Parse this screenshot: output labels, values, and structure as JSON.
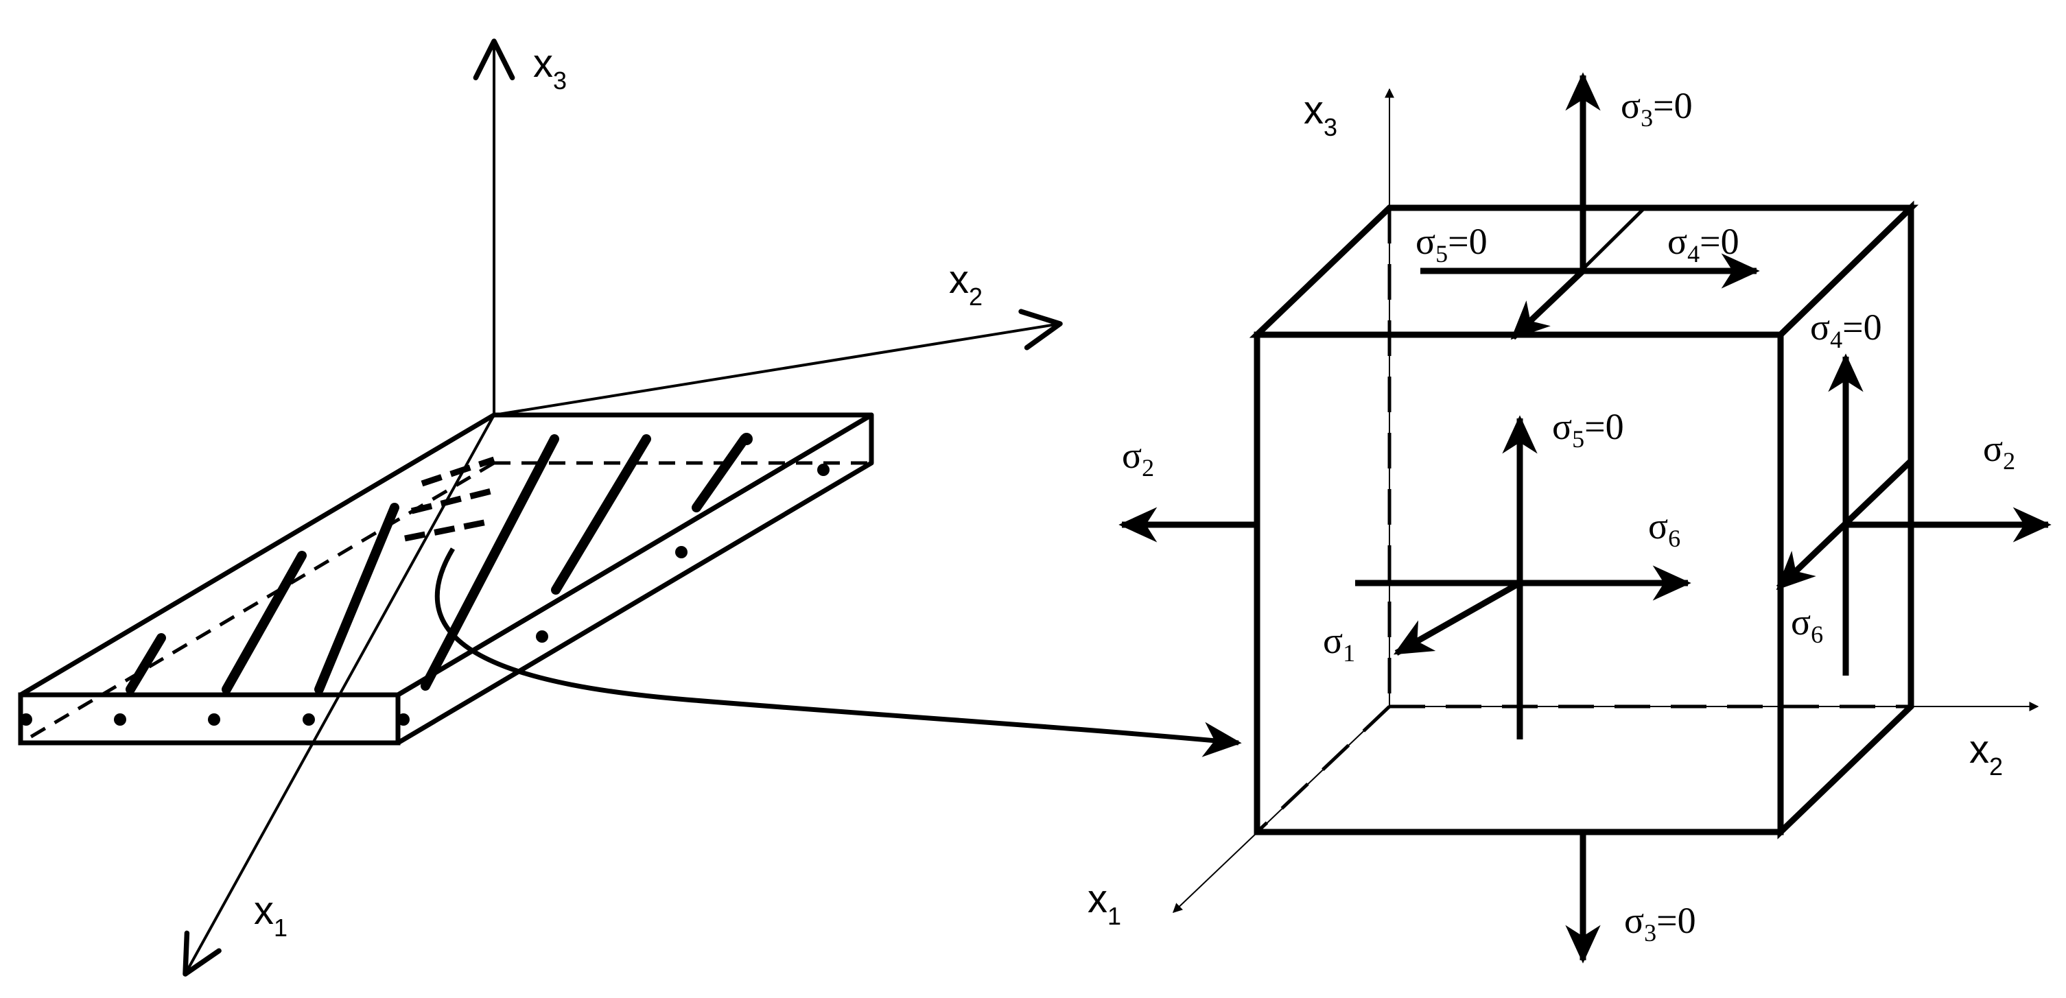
{
  "diagram": {
    "left_axes": {
      "x1": {
        "base": "x",
        "sub": "1"
      },
      "x2": {
        "base": "x",
        "sub": "2"
      },
      "x3": {
        "base": "x",
        "sub": "3"
      }
    },
    "right_axes": {
      "x1": {
        "base": "x",
        "sub": "1"
      },
      "x2": {
        "base": "x",
        "sub": "2"
      },
      "x3": {
        "base": "x",
        "sub": "3"
      }
    },
    "stress_labels": {
      "s3_top": {
        "base": "σ",
        "sub": "3",
        "tail": "=0"
      },
      "s3_bottom": {
        "base": "σ",
        "sub": "3",
        "tail": "=0"
      },
      "s5_top": {
        "base": "σ",
        "sub": "5",
        "tail": "=0"
      },
      "s4_top": {
        "base": "σ",
        "sub": "4",
        "tail": "=0"
      },
      "s4_side": {
        "base": "σ",
        "sub": "4",
        "tail": "=0"
      },
      "s5_front": {
        "base": "σ",
        "sub": "5",
        "tail": "=0"
      },
      "s6_front": {
        "base": "σ",
        "sub": "6",
        "tail": ""
      },
      "s1_front": {
        "base": "σ",
        "sub": "1",
        "tail": ""
      },
      "s2_left": {
        "base": "σ",
        "sub": "2",
        "tail": ""
      },
      "s2_right": {
        "base": "σ",
        "sub": "2",
        "tail": ""
      },
      "s6_side": {
        "base": "σ",
        "sub": "6",
        "tail": ""
      }
    }
  }
}
